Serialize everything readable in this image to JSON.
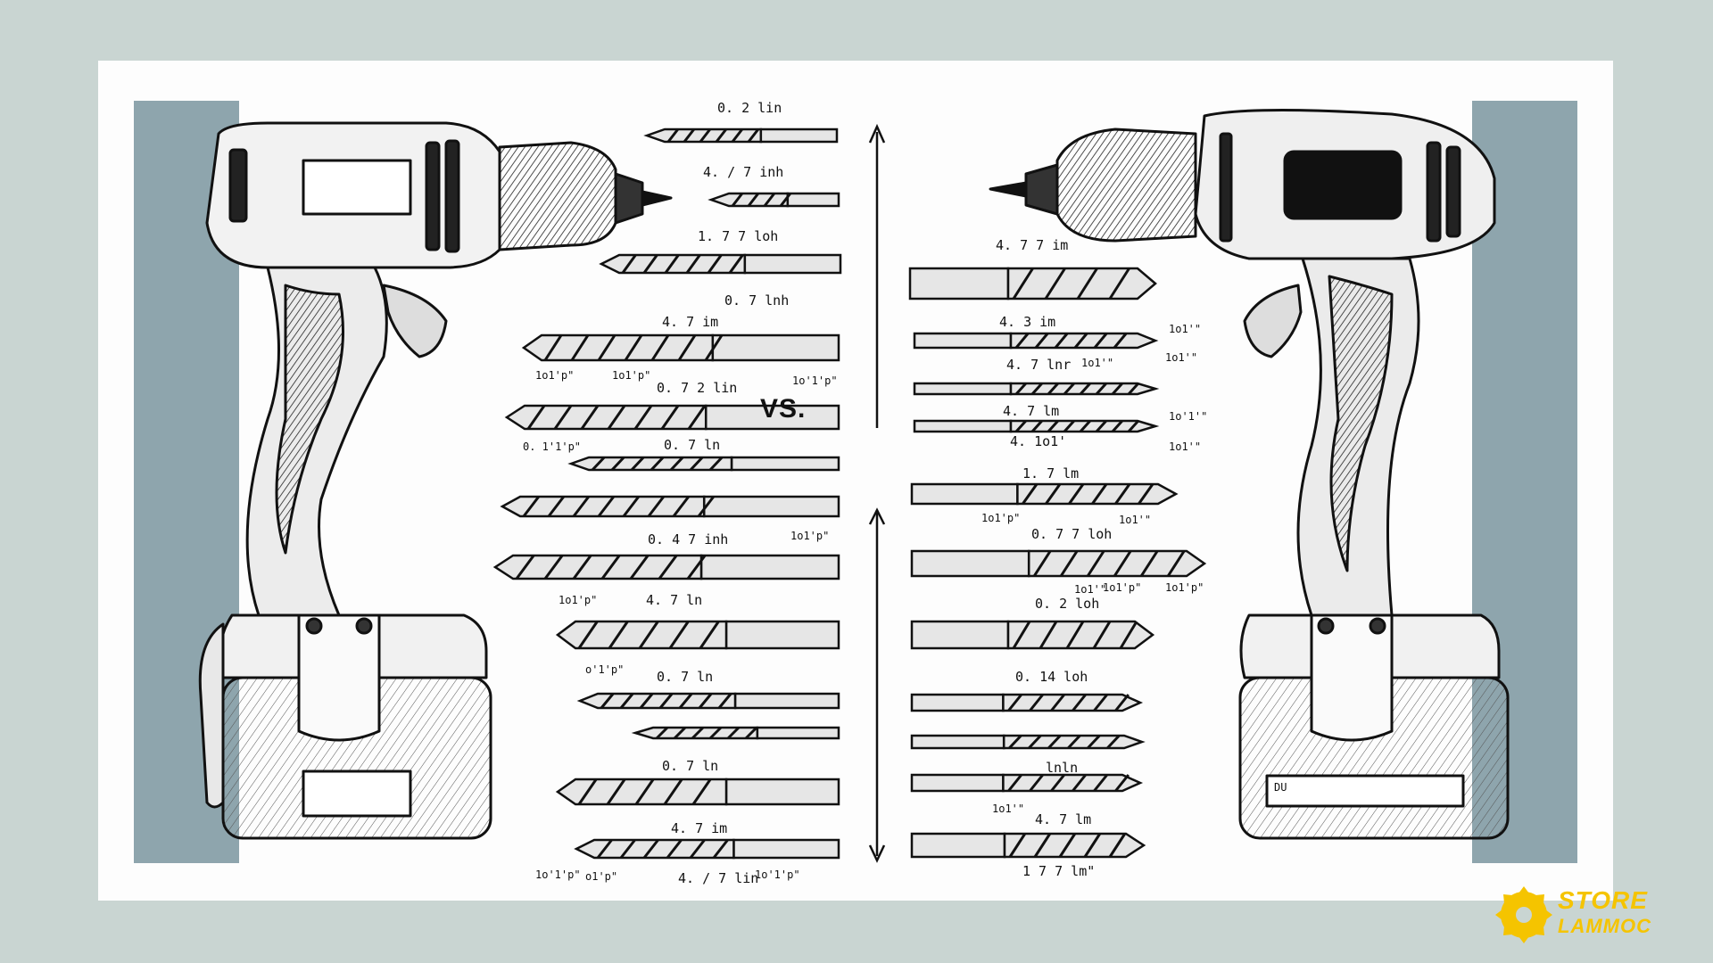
{
  "vs_label": "VS.",
  "brand": {
    "line1": "STORE",
    "line2": "LAMMOC",
    "color": "#f5c400",
    "icon": "saw-blade-icon"
  },
  "colors": {
    "background": "#c9d5d2",
    "panel": "#fdfdfd",
    "accent_bar": "#8ea5ad"
  },
  "left_bits": {
    "size_labels": [
      "0. 2 lin",
      "4. / 7 inh",
      "1. 7 7 loh",
      "0. 7 lnh",
      "4. 7 im",
      "0. 7 2 lin",
      "0. 7 ln",
      "0. 4 7 inh",
      "4. 7 ln",
      "0. 7 ln",
      "0. 7 ln",
      "4. 7 im",
      "4. / 7 lin"
    ],
    "mark_labels": [
      "1o1'p\"",
      "1o1'p\"",
      "1o'1'p\"",
      "0. 1'1'p\"",
      "1o1'p\"",
      "1o1'p\"",
      "o'1'p\"",
      "o1'p\"",
      "1o'1'p\"",
      "1o'1'p\""
    ]
  },
  "right_bits": {
    "size_labels": [
      "4. 7 7 im",
      "4. 3 im",
      "4. 7 lnr",
      "4. 7 lm",
      "4. 1o1'",
      "1. 7 lm",
      "0. 7 7 loh",
      "0. 2 loh",
      "0. 14 loh",
      "lnln",
      "4. 7 lm",
      "1 7 7 lm\""
    ],
    "mark_labels": [
      "1o1'\"",
      "1o1'\"",
      "1o1'\"",
      "1o'1'\"",
      "1o1'\"",
      "1o1'p\"",
      "1o1'\"",
      "1o1'\"",
      "1o1'p\"",
      "1o1'p\"",
      "1o1'\""
    ]
  },
  "battery_label_right": "DU"
}
